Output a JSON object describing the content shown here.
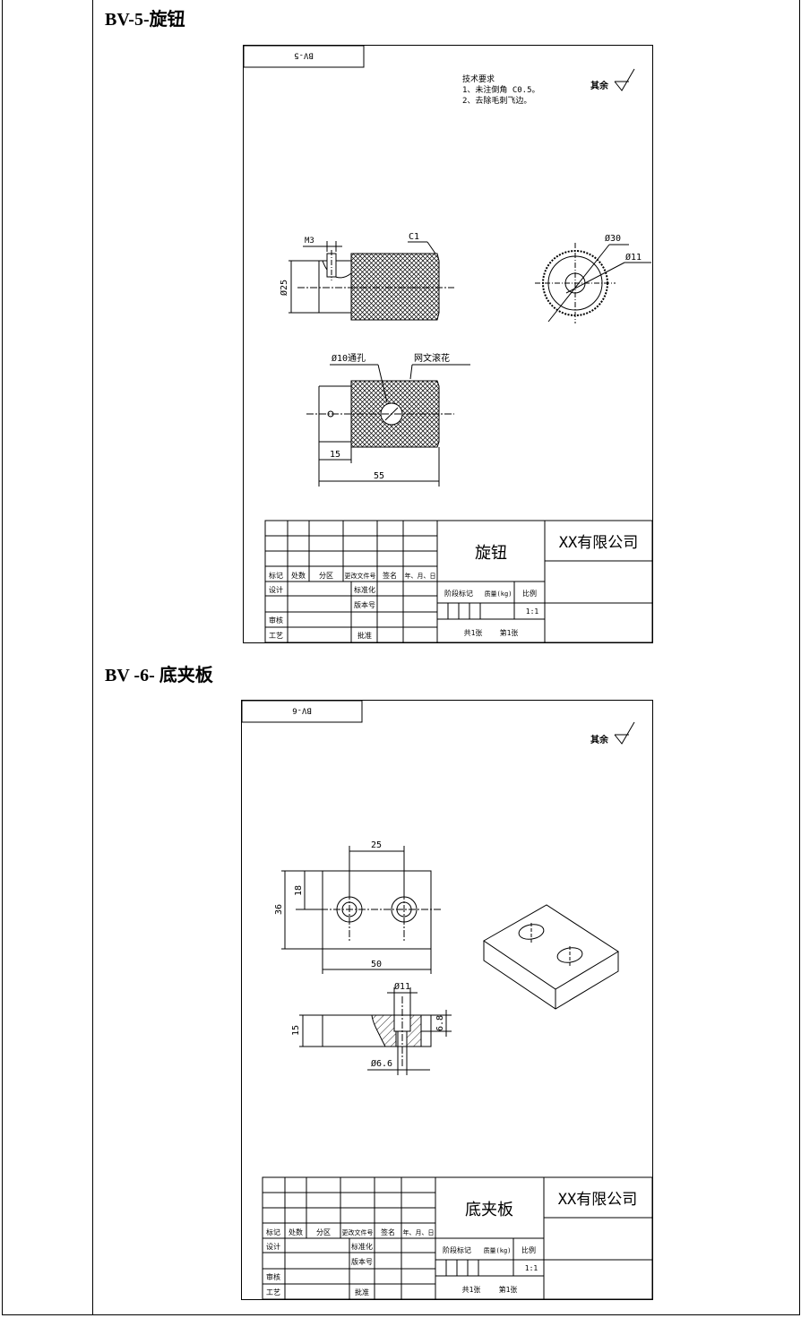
{
  "sections": [
    {
      "heading": "BV-5-旋钮",
      "drawing_no": "BV-5",
      "roughness": "其余",
      "tech_requirements": [
        "技术要求",
        "1、未注倒角 C0.5。",
        "2、去除毛刺飞边。"
      ],
      "dims": {
        "m3": "M3",
        "c1": "C1",
        "d25": "Ø25",
        "d30": "Ø30",
        "d11": "Ø11",
        "hole": "Ø10通孔",
        "knurl": "网文滚花",
        "l15": "15",
        "l55": "55"
      },
      "title_block": {
        "part_name": "旋钮",
        "company": "XX有限公司",
        "scale": "1:1",
        "sheets": "共1张",
        "sheet_no": "第1张"
      }
    },
    {
      "heading": "BV -6-  底夹板",
      "drawing_no": "BV-6",
      "roughness": "其余",
      "dims": {
        "d25": "25",
        "d18": "18",
        "d36": "36",
        "d50": "50",
        "d11": "Ø11",
        "d15": "15",
        "d68": "6.8",
        "d66": "Ø6.6"
      },
      "title_block": {
        "part_name": "底夹板",
        "company": "XX有限公司",
        "scale": "1:1",
        "sheets": "共1张",
        "sheet_no": "第1张"
      }
    }
  ],
  "title_block_labels": {
    "mark": "标记",
    "count": "处数",
    "zone": "分区",
    "change_doc": "更改文件号",
    "sign": "签名",
    "date": "年、月、日",
    "design": "设计",
    "standard": "标准化",
    "version": "版本号",
    "review": "审核",
    "process": "工艺",
    "approve": "批准",
    "stage": "阶段标记",
    "weight": "质量(kg)",
    "ratio": "比例"
  }
}
